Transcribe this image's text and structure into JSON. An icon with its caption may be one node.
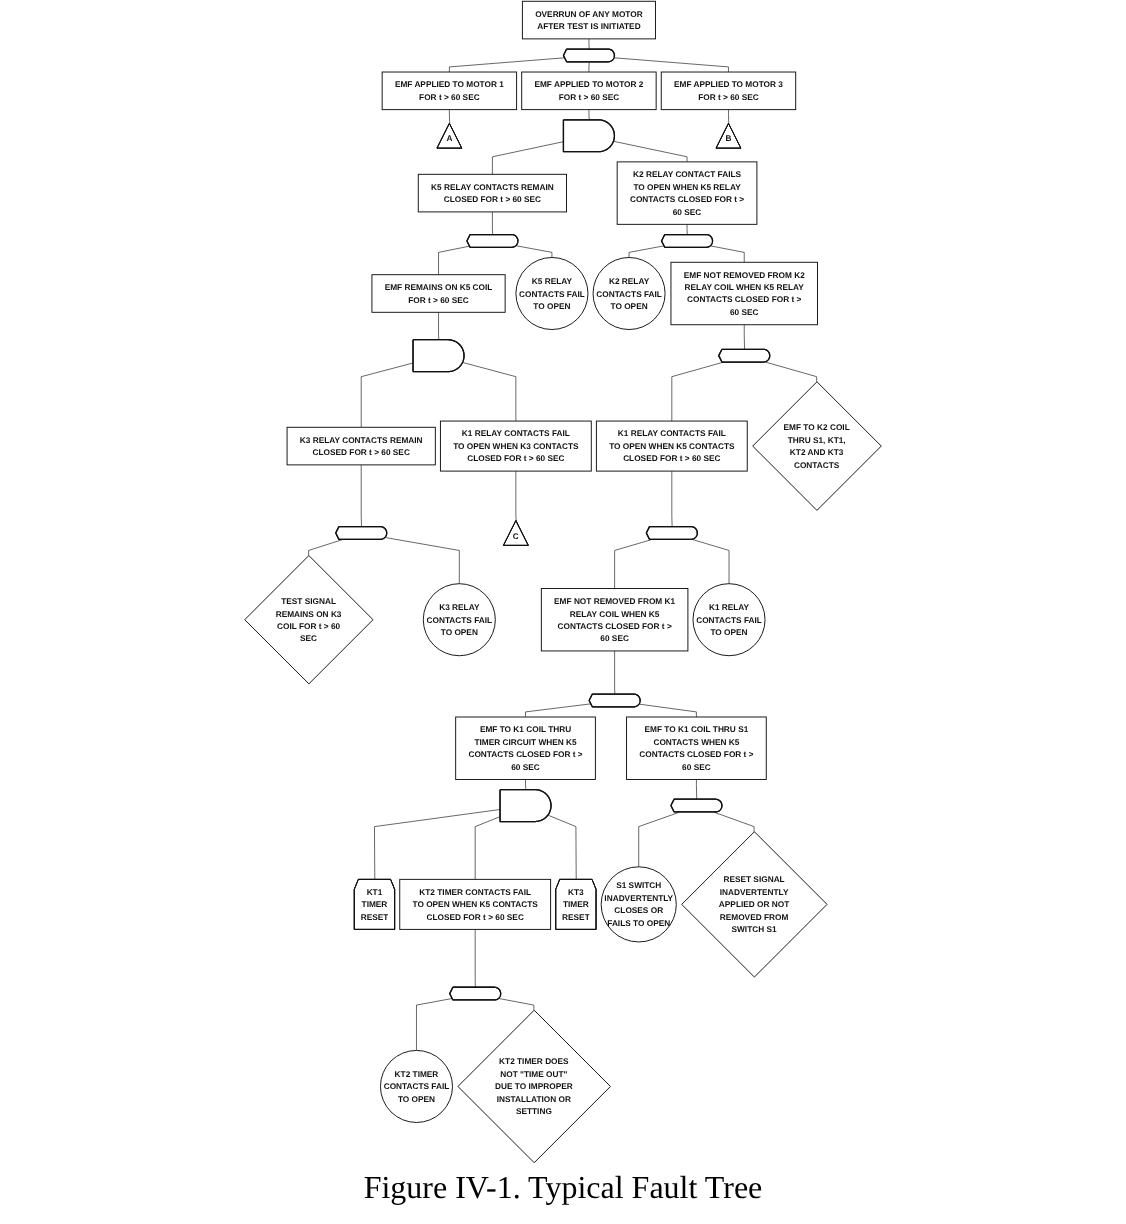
{
  "diagram": {
    "caption": "Figure IV-1. Typical Fault Tree",
    "nodes": [
      {
        "text": [
          "OVERRUN OF ANY MOTOR AFTER TEST IS INITIATED"
        ]
      },
      {
        "text": [],
        "shape": "or-gate"
      },
      {
        "text": [
          "EMF APPLIED TO MOTOR 1 FOR t > 60 SEC"
        ]
      },
      {
        "text": [
          "EMF APPLIED TO MOTOR 2 FOR t > 60 SEC"
        ]
      },
      {
        "text": [
          "EMF APPLIED TO MOTOR 3 FOR t > 60 SEC"
        ]
      },
      {
        "text": [
          "A"
        ]
      },
      {
        "text": [],
        "shape": "and-gate"
      },
      {
        "text": [
          "B"
        ]
      },
      {
        "text": [
          "K5 RELAY CONTACTS REMAIN CLOSED FOR t > 60 SEC"
        ]
      },
      {
        "text": [
          "K2 RELAY CONTACT FAILS TO OPEN WHEN K5 RELAY CONTACTS CLOSED FOR t > 60 SEC"
        ]
      },
      {
        "text": [],
        "shape": "or-gate"
      },
      {
        "text": [],
        "shape": "or-gate"
      },
      {
        "text": [
          "EMF REMAINS ON K5 COIL FOR t > 60 SEC"
        ]
      },
      {
        "text": [
          "K5 RELAY CONTACTS FAIL TO OPEN"
        ]
      },
      {
        "text": [
          "K2 RELAY CONTACTS FAIL TO OPEN"
        ]
      },
      {
        "text": [
          "EMF NOT REMOVED FROM K2 RELAY COIL WHEN K5 RELAY CONTACTS CLOSED FOR t > 60 SEC"
        ]
      },
      {
        "text": [],
        "shape": "and-gate"
      },
      {
        "text": [],
        "shape": "or-gate"
      },
      {
        "text": [
          "K3 RELAY CONTACTS REMAIN CLOSED FOR t > 60 SEC"
        ]
      },
      {
        "text": [
          "K1 RELAY CONTACTS FAIL TO OPEN WHEN K3 CONTACTS CLOSED FOR t > 60 SEC"
        ]
      },
      {
        "text": [
          "K1 RELAY CONTACTS FAIL TO OPEN WHEN K5 CONTACTS CLOSED FOR t > 60 SEC"
        ]
      },
      {
        "text": [
          "EMF TO K2 COIL THRU S1, KT1, KT2 AND KT3 CONTACTS"
        ]
      },
      {
        "text": [],
        "shape": "or-gate"
      },
      {
        "text": [
          "C"
        ]
      },
      {
        "text": [],
        "shape": "or-gate"
      },
      {
        "text": [
          "TEST SIGNAL REMAINS ON K3 COIL FOR t > 60 SEC"
        ]
      },
      {
        "text": [
          "K3 RELAY CONTACTS FAIL TO OPEN"
        ]
      },
      {
        "text": [
          "EMF NOT REMOVED FROM K1 RELAY COIL WHEN K5 CONTACTS CLOSED FOR t > 60 SEC"
        ]
      },
      {
        "text": [
          "K1 RELAY CONTACTS FAIL TO OPEN"
        ]
      },
      {
        "text": [],
        "shape": "or-gate"
      },
      {
        "text": [
          "EMF TO K1 COIL THRU TIMER CIRCUIT WHEN K5 CONTACTS CLOSED FOR t > 60 SEC"
        ]
      },
      {
        "text": [
          "EMF TO K1 COIL THRU S1 CONTACTS WHEN K5 CONTACTS CLOSED FOR t > 60 SEC"
        ]
      },
      {
        "text": [],
        "shape": "and-gate"
      },
      {
        "text": [],
        "shape": "or-gate"
      },
      {
        "text": [
          "KT1 TIMER RESET"
        ]
      },
      {
        "text": [
          "KT2 TIMER CONTACTS FAIL TO OPEN WHEN K5 CONTACTS CLOSED FOR t > 60 SEC"
        ]
      },
      {
        "text": [
          "KT3 TIMER RESET"
        ]
      },
      {
        "text": [
          "S1 SWITCH INADVERTENTLY CLOSES OR FAILS TO OPEN"
        ]
      },
      {
        "text": [
          "RESET SIGNAL INADVERTENTLY APPLIED OR NOT REMOVED FROM SWITCH S1"
        ]
      },
      {
        "text": [],
        "shape": "or-gate"
      },
      {
        "text": [
          "KT2 TIMER CONTACTS FAIL TO OPEN"
        ]
      },
      {
        "text": [
          "KT2 TIMER DOES NOT \"TIME OUT\" DUE TO IMPROPER INSTALLATION OR SETTING"
        ]
      }
    ],
    "edges": [
      {
        "from": 0,
        "to": 1,
        "arrow": "none"
      },
      {
        "from": 1,
        "to": 2,
        "arrow": "none"
      },
      {
        "from": 1,
        "to": 3,
        "arrow": "none"
      },
      {
        "from": 1,
        "to": 4,
        "arrow": "none"
      },
      {
        "from": 2,
        "to": 5,
        "arrow": "none"
      },
      {
        "from": 3,
        "to": 6,
        "arrow": "none"
      },
      {
        "from": 4,
        "to": 7,
        "arrow": "none"
      },
      {
        "from": 6,
        "to": 8,
        "arrow": "none"
      },
      {
        "from": 6,
        "to": 9,
        "arrow": "none"
      },
      {
        "from": 8,
        "to": 10,
        "arrow": "none"
      },
      {
        "from": 9,
        "to": 11,
        "arrow": "none"
      },
      {
        "from": 10,
        "to": 12,
        "arrow": "none"
      },
      {
        "from": 10,
        "to": 13,
        "arrow": "none"
      },
      {
        "from": 11,
        "to": 14,
        "arrow": "none"
      },
      {
        "from": 11,
        "to": 15,
        "arrow": "none"
      },
      {
        "from": 12,
        "to": 16,
        "arrow": "none"
      },
      {
        "from": 15,
        "to": 17,
        "arrow": "none"
      },
      {
        "from": 16,
        "to": 18,
        "arrow": "none"
      },
      {
        "from": 16,
        "to": 19,
        "arrow": "none"
      },
      {
        "from": 17,
        "to": 20,
        "arrow": "none"
      },
      {
        "from": 17,
        "to": 21,
        "arrow": "none"
      },
      {
        "from": 18,
        "to": 22,
        "arrow": "none"
      },
      {
        "from": 19,
        "to": 23,
        "arrow": "none"
      },
      {
        "from": 20,
        "to": 24,
        "arrow": "none"
      },
      {
        "from": 22,
        "to": 25,
        "arrow": "none"
      },
      {
        "from": 22,
        "to": 26,
        "arrow": "none"
      },
      {
        "from": 24,
        "to": 27,
        "arrow": "none"
      },
      {
        "from": 24,
        "to": 28,
        "arrow": "none"
      },
      {
        "from": 27,
        "to": 29,
        "arrow": "none"
      },
      {
        "from": 29,
        "to": 30,
        "arrow": "none"
      },
      {
        "from": 29,
        "to": 31,
        "arrow": "none"
      },
      {
        "from": 30,
        "to": 32,
        "arrow": "none"
      },
      {
        "from": 31,
        "to": 33,
        "arrow": "none"
      },
      {
        "from": 32,
        "to": 34,
        "arrow": "none"
      },
      {
        "from": 32,
        "to": 35,
        "arrow": "none"
      },
      {
        "from": 32,
        "to": 36,
        "arrow": "none"
      },
      {
        "from": 33,
        "to": 37,
        "arrow": "none"
      },
      {
        "from": 33,
        "to": 38,
        "arrow": "none"
      },
      {
        "from": 35,
        "to": 39,
        "arrow": "none"
      },
      {
        "from": 39,
        "to": 40,
        "arrow": "none"
      },
      {
        "from": 39,
        "to": 41,
        "arrow": "none"
      }
    ]
  }
}
